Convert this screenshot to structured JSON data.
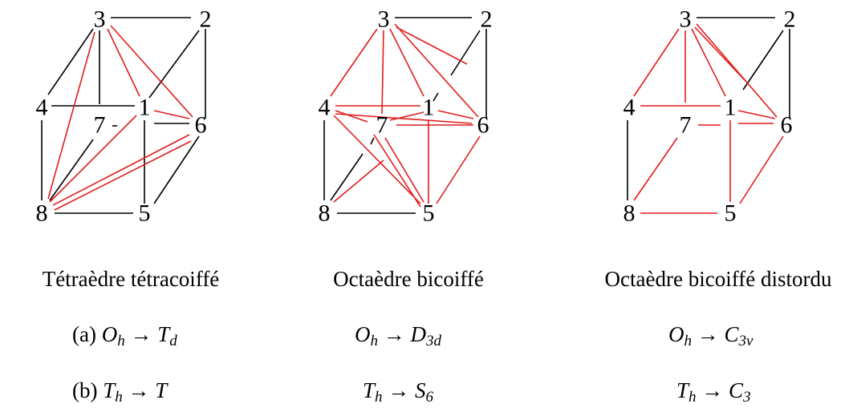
{
  "colors": {
    "edge_black": "#000000",
    "edge_red": "#e11c1c"
  },
  "panels": [
    {
      "caption": "Tétraèdre tétracoiffé",
      "vertices": {
        "1": "1",
        "2": "2",
        "3": "3",
        "4": "4",
        "5": "5",
        "6": "6",
        "7": "7",
        "8": "8"
      }
    },
    {
      "caption": "Octaèdre bicoiffé",
      "vertices": {
        "1": "1",
        "2": "2",
        "3": "3",
        "4": "4",
        "5": "5",
        "6": "6",
        "7": "7",
        "8": "8"
      }
    },
    {
      "caption": "Octaèdre bicoiffé distordu",
      "vertices": {
        "1": "1",
        "2": "2",
        "3": "3",
        "4": "4",
        "5": "5",
        "6": "6",
        "7": "7",
        "8": "8"
      }
    }
  ],
  "relations": {
    "row_a": {
      "prefix": "(a)",
      "items": [
        {
          "from": "O",
          "from_sub": "h",
          "arrow": "→",
          "to": "T",
          "to_sub": "d"
        },
        {
          "from": "O",
          "from_sub": "h",
          "arrow": "→",
          "to": "D",
          "to_sub": "3d"
        },
        {
          "from": "O",
          "from_sub": "h",
          "arrow": "→",
          "to": "C",
          "to_sub": "3v"
        }
      ]
    },
    "row_b": {
      "prefix": "(b)",
      "items": [
        {
          "from": "T",
          "from_sub": "h",
          "arrow": "→",
          "to": "T",
          "to_sub": ""
        },
        {
          "from": "T",
          "from_sub": "h",
          "arrow": "→",
          "to": "S",
          "to_sub": "6"
        },
        {
          "from": "T",
          "from_sub": "h",
          "arrow": "→",
          "to": "C",
          "to_sub": "3"
        }
      ]
    }
  }
}
